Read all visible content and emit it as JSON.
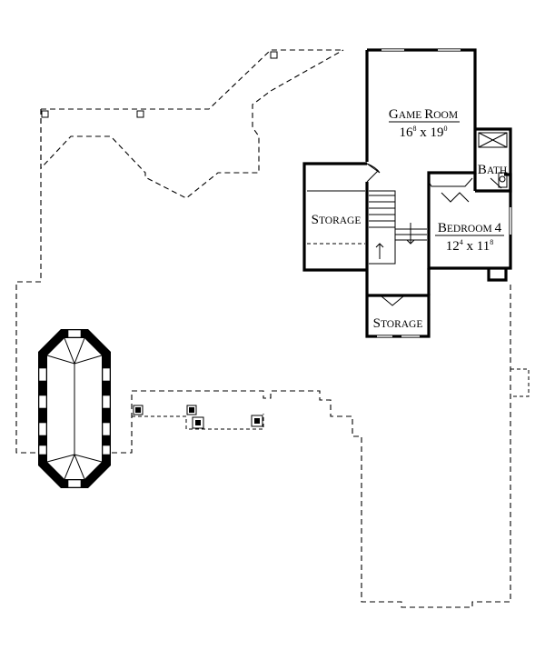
{
  "rooms": {
    "game_room": {
      "name_initial": "G",
      "name_rest": "AME ",
      "name_initial2": "R",
      "name_rest2": "OOM",
      "dim_a": "16",
      "dim_a_sup": "8",
      "dim_sep": " x ",
      "dim_b": "19",
      "dim_b_sup": "0"
    },
    "bath": {
      "name_initial": "B",
      "name_rest": "ATH"
    },
    "storage_left": {
      "name_initial": "S",
      "name_rest": "TORAGE"
    },
    "bedroom_4": {
      "name_initial": "B",
      "name_rest": "EDROOM ",
      "number": "4",
      "dim_a": "12",
      "dim_a_sup": "4",
      "dim_sep": " x ",
      "dim_b": "11",
      "dim_b_sup": "8"
    },
    "storage_bottom": {
      "name_initial": "S",
      "name_rest": "TORAGE"
    }
  }
}
